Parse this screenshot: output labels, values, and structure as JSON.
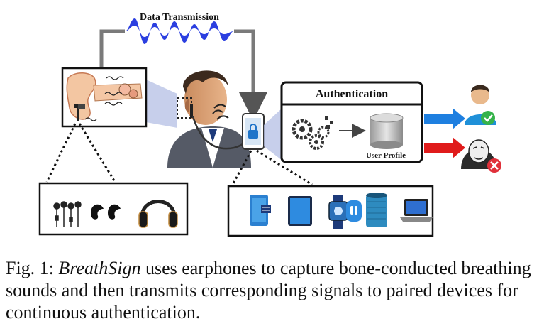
{
  "diagram": {
    "data_transmission_label": "Data Transmission",
    "authentication_label": "Authentication",
    "user_profile_label": "User Profile"
  },
  "caption": {
    "prefix": "Fig. 1:  ",
    "italic_name": "BreathSign",
    "text": " uses earphones to capture bone-conducted breathing sounds and then transmits corresponding signals to paired devices for continuous authentication."
  },
  "colors": {
    "accept_arrow": "#1e7fe0",
    "reject_arrow": "#e01b1b",
    "wave": "#2b3fe0",
    "beam": "#b9c3e6",
    "check": "#35b34a",
    "cross": "#e0303a"
  },
  "icons": {
    "earphone_devices": [
      "wired-earphones-icon",
      "wireless-earbuds-icon",
      "headphones-icon"
    ],
    "paired_devices": [
      "smartphone-icon",
      "tablet-icon",
      "smartwatch-icon",
      "smart-speaker-icon",
      "laptop-icon"
    ]
  }
}
